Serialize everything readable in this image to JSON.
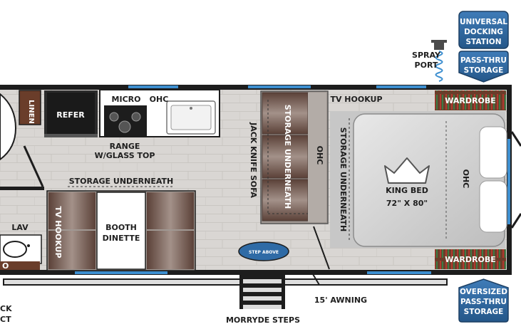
{
  "badges": {
    "docking": [
      "UNIVERSAL",
      "DOCKING",
      "STATION"
    ],
    "passthru": [
      "PASS-THRU",
      "STORAGE"
    ],
    "oversized": [
      "OVERSIZED",
      "PASS-THRU",
      "STORAGE"
    ]
  },
  "exterior": {
    "spray_port": [
      "SPRAY",
      "PORT"
    ],
    "awning": "15' AWNING",
    "steps": "MORRYDE STEPS",
    "jack_fragment": [
      "CK",
      "CT"
    ]
  },
  "rooms": {
    "linen": "LINEN",
    "refer": "REFER",
    "micro": "MICRO",
    "ohc_kitchen": "OHC",
    "range": [
      "RANGE",
      "W/GLASS TOP"
    ],
    "sofa": "JACK KNIFE SOFA",
    "sofa_storage": "STORAGE UNDERNEATH",
    "sofa_ohc": "OHC",
    "tv_hookup_bed": "TV HOOKUP",
    "wardrobe_top": "WARDROBE",
    "wardrobe_bottom": "WARDROBE",
    "bed_storage": "STORAGE UNDERNEATH",
    "king_bed": "KING BED",
    "bed_size": "72\" X 80\"",
    "bed_ohc": "OHC",
    "dinette_storage": "STORAGE UNDERNEATH",
    "tv_hookup_dinette": "TV HOOKUP",
    "dinette": [
      "BOOTH",
      "DINETTE"
    ],
    "lav": "LAV",
    "bath_fragment": "O",
    "step_above": "STEP ABOVE"
  },
  "colors": {
    "floor": "#d9d6d3",
    "wall": "#1d1d1d",
    "window": "#3d8fd0",
    "badge": "#2f6ba6",
    "wood": "#6a3d2a",
    "sofa": "#a09893"
  }
}
